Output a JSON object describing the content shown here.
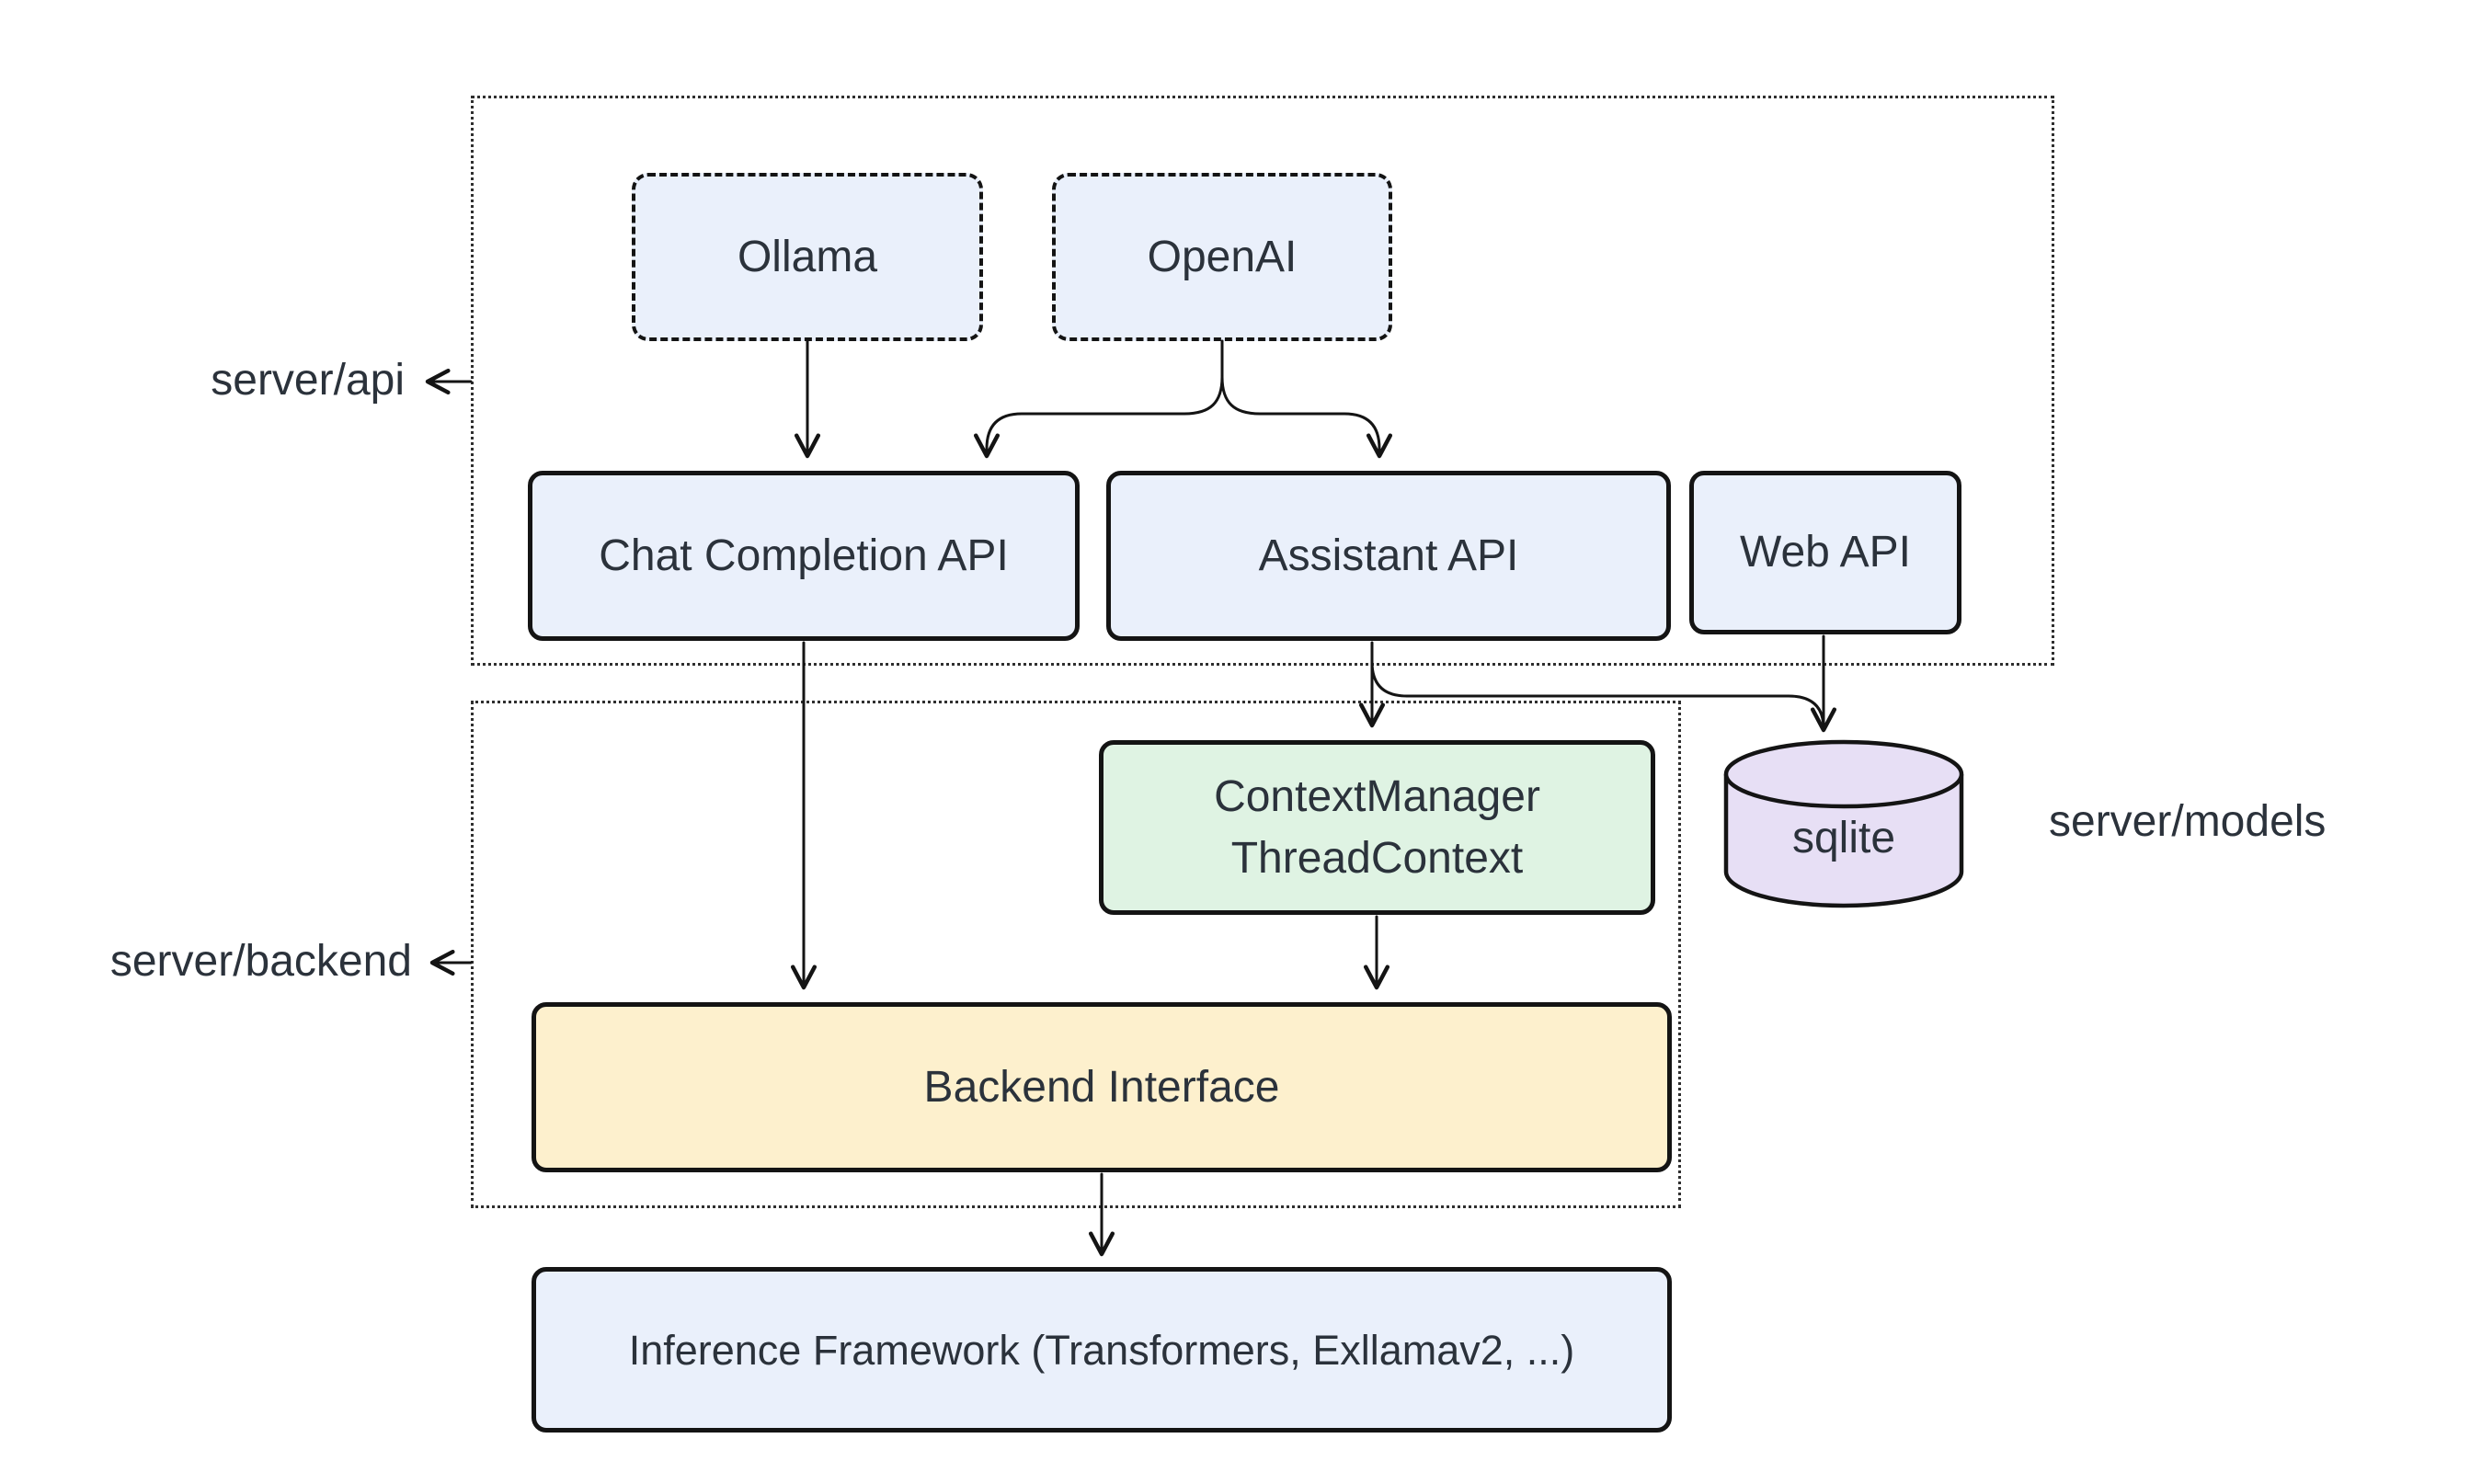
{
  "diagram": {
    "region_labels": {
      "api": "server/api",
      "backend": "server/backend",
      "models": "server/models"
    },
    "nodes": {
      "ollama": {
        "label": "Ollama",
        "fill": "#eaf0fb",
        "border_style": "dashed"
      },
      "openai": {
        "label": "OpenAI",
        "fill": "#eaf0fb",
        "border_style": "dashed"
      },
      "chat_completion_api": {
        "label": "Chat Completion API",
        "fill": "#eaf0fb",
        "border_style": "solid"
      },
      "assistant_api": {
        "label": "Assistant API",
        "fill": "#eaf0fb",
        "border_style": "solid"
      },
      "web_api": {
        "label": "Web API",
        "fill": "#eaf0fb",
        "border_style": "solid"
      },
      "context_manager": {
        "label_line1": "ContextManager",
        "label_line2": "ThreadContext",
        "fill": "#dff3e3",
        "border_style": "solid"
      },
      "sqlite": {
        "label": "sqlite",
        "fill": "#e7dff5",
        "shape": "cylinder"
      },
      "backend_interface": {
        "label": "Backend Interface",
        "fill": "#fdf0cd",
        "border_style": "solid"
      },
      "inference_framework": {
        "label": "Inference Framework (Transformers, Exllamav2, ...)",
        "fill": "#eaf0fb",
        "border_style": "solid"
      }
    },
    "edges": [
      {
        "from": "ollama",
        "to": "chat_completion_api"
      },
      {
        "from": "openai",
        "to": "chat_completion_api"
      },
      {
        "from": "openai",
        "to": "assistant_api"
      },
      {
        "from": "chat_completion_api",
        "to": "backend_interface"
      },
      {
        "from": "assistant_api",
        "to": "context_manager"
      },
      {
        "from": "assistant_api",
        "to": "sqlite"
      },
      {
        "from": "web_api",
        "to": "sqlite"
      },
      {
        "from": "context_manager",
        "to": "backend_interface"
      },
      {
        "from": "backend_interface",
        "to": "inference_framework"
      }
    ],
    "colors": {
      "background": "#ffffff",
      "node_blue": "#eaf0fb",
      "node_green": "#dff3e3",
      "node_yellow": "#fdf0cd",
      "node_purple": "#e7dff5",
      "line": "#141414",
      "text": "#2b323b"
    }
  }
}
